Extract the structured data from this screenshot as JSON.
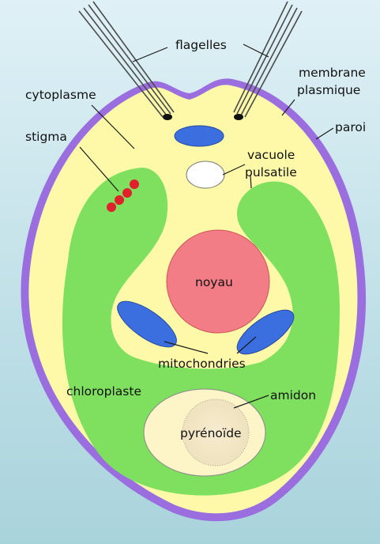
{
  "labels": {
    "flagelles": "flagelles",
    "membrane": "membrane",
    "plasmique": "plasmique",
    "paroi": "paroi",
    "cytoplasme": "cytoplasme",
    "stigma": "stigma",
    "vacuole": "vacuole",
    "pulsatile": "pulsatile",
    "noyau": "noyau",
    "mitochondries": "mitochondries",
    "chloroplaste": "chloroplaste",
    "amidon": "amidon",
    "pyrenoide": "pyrénoïde"
  },
  "colors": {
    "background_top": "#dff1f6",
    "background_bottom": "#a9d3dc",
    "paroi": "#9b6ee0",
    "cytoplasme": "#fdf9a8",
    "chloroplaste": "#7fe060",
    "noyau": "#f27d86",
    "mitochondrie": "#3b6fe0",
    "vacuole": "#ffffff",
    "stigma": "#e0202a",
    "amidon": "#fdf5c8",
    "flagelle": "#4a4a4a"
  }
}
